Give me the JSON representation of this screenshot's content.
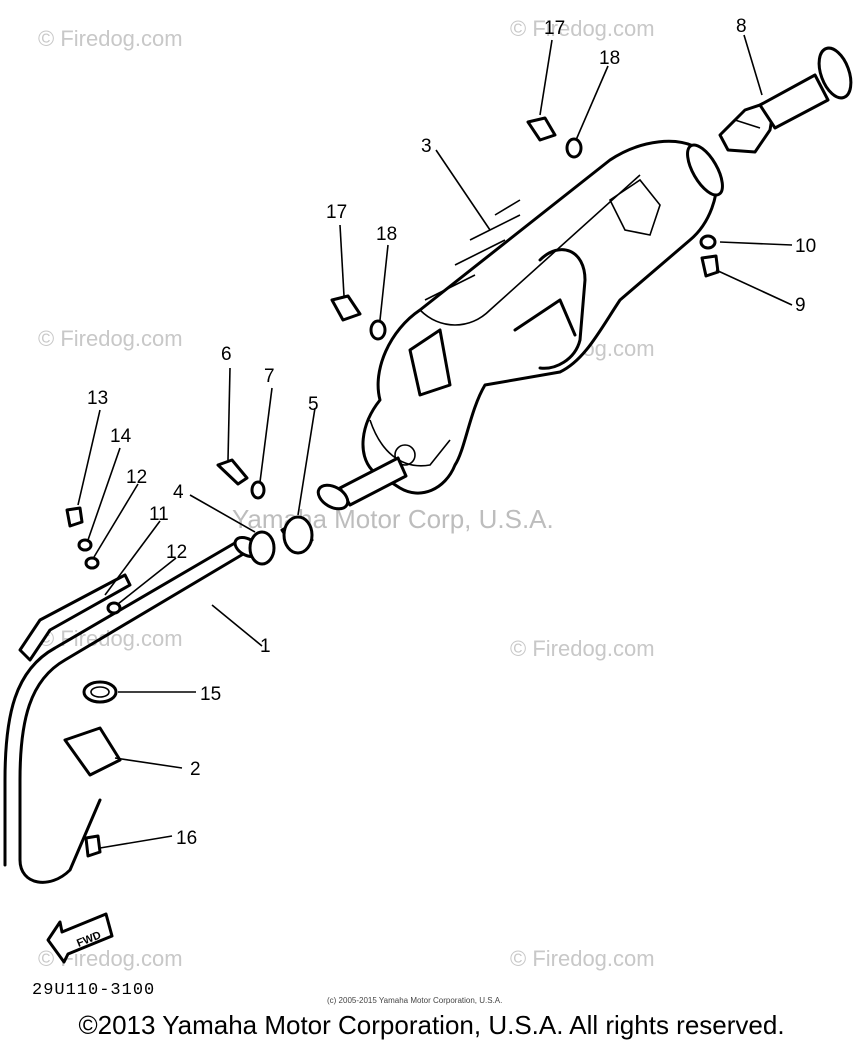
{
  "watermarks": {
    "site": "© Firedog.com",
    "center": "Yamaha Motor Corp, U.S.A."
  },
  "callouts": [
    "17",
    "18",
    "8",
    "3",
    "10",
    "9",
    "17",
    "18",
    "6",
    "7",
    "5",
    "13",
    "14",
    "12",
    "4",
    "11",
    "12",
    "1",
    "15",
    "2",
    "16"
  ],
  "fwd_label": "FWD",
  "diagram_code": "29U110-3100",
  "small_copyright": "(c) 2005-2015 Yamaha Motor Corporation, U.S.A.",
  "footer": "©2013 Yamaha Motor Corporation, U.S.A. All rights reserved."
}
